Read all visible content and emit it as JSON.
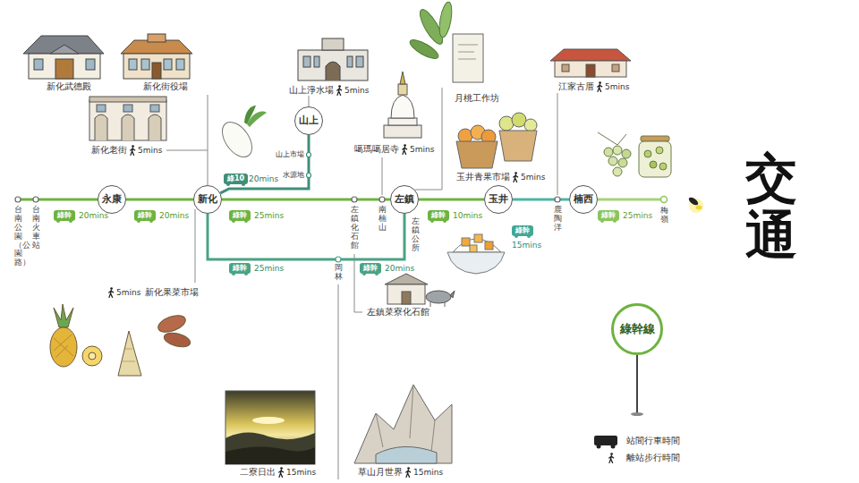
{
  "diagram": {
    "title": "交通",
    "nodes": [
      {
        "text": [
          "永康"
        ]
      },
      {
        "text": [
          "新化"
        ]
      },
      {
        "text": [
          "山上"
        ]
      },
      {
        "text": [
          "左鎮"
        ]
      },
      {
        "text": [
          "玉井"
        ]
      },
      {
        "text": [
          "楠西"
        ]
      },
      {
        "text": [
          "綠幹線"
        ]
      }
    ],
    "edges": [
      {
        "from": 0,
        "to": 1,
        "arrow": "none"
      },
      {
        "from": 1,
        "to": 3,
        "arrow": "none"
      },
      {
        "from": 1,
        "to": 2,
        "arrow": "none"
      },
      {
        "from": 1,
        "to": 3,
        "arrow": "none"
      },
      {
        "from": 3,
        "to": 4,
        "arrow": "none"
      },
      {
        "from": 4,
        "to": 5,
        "arrow": "none"
      }
    ],
    "labels": [
      "新化武德殿",
      "新化街役場",
      "新化老街",
      "5mins",
      "山上淨水場",
      "5mins",
      "噶瑪噶居寺",
      "5mins",
      "月桃工作坊",
      "江家古厝",
      "5mins",
      "玉井青果市場",
      "5mins",
      "山上市場",
      "水源地",
      "台南公園（公園路）",
      "台南火車站",
      "左鎮化石館",
      "南楠山",
      "左鎮公所",
      "岡林",
      "鹿陶洋",
      "梅嶺",
      "綠幹",
      "20mins",
      "綠幹",
      "20mins",
      "綠10",
      "20mins",
      "綠幹",
      "25mins",
      "綠幹",
      "25mins",
      "綠幹",
      "20mins",
      "綠幹",
      "10mins",
      "綠幹",
      "15mins",
      "綠幹",
      "25mins",
      "5mins",
      "新化果菜市場",
      "左鎮菜寮化石館",
      "二寮日出",
      "15mins",
      "草山月世界",
      "15mins"
    ],
    "legend": [
      {
        "text": "站間行車時間"
      },
      {
        "text": "離站步行時間"
      }
    ]
  }
}
